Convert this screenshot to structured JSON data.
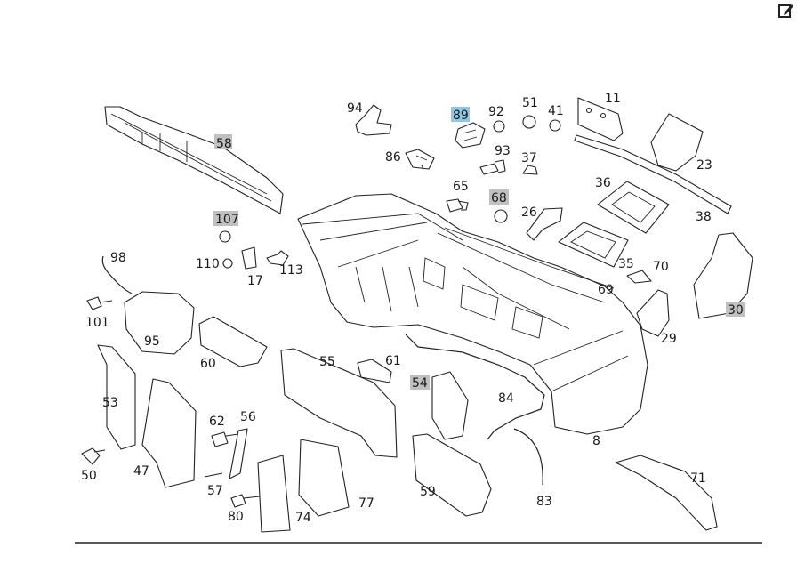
{
  "toolbar": {
    "edit_icon": "edit-icon"
  },
  "parts": [
    {
      "id": "58",
      "highlight": "gray"
    },
    {
      "id": "107",
      "highlight": "gray"
    },
    {
      "id": "98",
      "highlight": "none"
    },
    {
      "id": "110",
      "highlight": "none"
    },
    {
      "id": "17",
      "highlight": "none"
    },
    {
      "id": "113",
      "highlight": "none"
    },
    {
      "id": "101",
      "highlight": "none"
    },
    {
      "id": "95",
      "highlight": "none"
    },
    {
      "id": "60",
      "highlight": "none"
    },
    {
      "id": "53",
      "highlight": "none"
    },
    {
      "id": "50",
      "highlight": "none"
    },
    {
      "id": "47",
      "highlight": "none"
    },
    {
      "id": "62",
      "highlight": "none"
    },
    {
      "id": "56",
      "highlight": "none"
    },
    {
      "id": "57",
      "highlight": "none"
    },
    {
      "id": "80",
      "highlight": "none"
    },
    {
      "id": "74",
      "highlight": "none"
    },
    {
      "id": "77",
      "highlight": "none"
    },
    {
      "id": "55",
      "highlight": "none"
    },
    {
      "id": "61",
      "highlight": "none"
    },
    {
      "id": "54",
      "highlight": "gray"
    },
    {
      "id": "84",
      "highlight": "none"
    },
    {
      "id": "59",
      "highlight": "none"
    },
    {
      "id": "83",
      "highlight": "none"
    },
    {
      "id": "8",
      "highlight": "none"
    },
    {
      "id": "71",
      "highlight": "none"
    },
    {
      "id": "94",
      "highlight": "none"
    },
    {
      "id": "86",
      "highlight": "none"
    },
    {
      "id": "89",
      "highlight": "blue"
    },
    {
      "id": "92",
      "highlight": "none"
    },
    {
      "id": "93",
      "highlight": "none"
    },
    {
      "id": "51",
      "highlight": "none"
    },
    {
      "id": "41",
      "highlight": "none"
    },
    {
      "id": "37",
      "highlight": "none"
    },
    {
      "id": "65",
      "highlight": "none"
    },
    {
      "id": "68",
      "highlight": "gray"
    },
    {
      "id": "26",
      "highlight": "none"
    },
    {
      "id": "11",
      "highlight": "none"
    },
    {
      "id": "23",
      "highlight": "none"
    },
    {
      "id": "36",
      "highlight": "none"
    },
    {
      "id": "38",
      "highlight": "none"
    },
    {
      "id": "35",
      "highlight": "none"
    },
    {
      "id": "70",
      "highlight": "none"
    },
    {
      "id": "69",
      "highlight": "none"
    },
    {
      "id": "29",
      "highlight": "none"
    },
    {
      "id": "30",
      "highlight": "gray"
    }
  ],
  "colors": {
    "highlight_gray": "#c0c0c0",
    "highlight_blue": "#8fc7e6",
    "line": "#222222"
  }
}
